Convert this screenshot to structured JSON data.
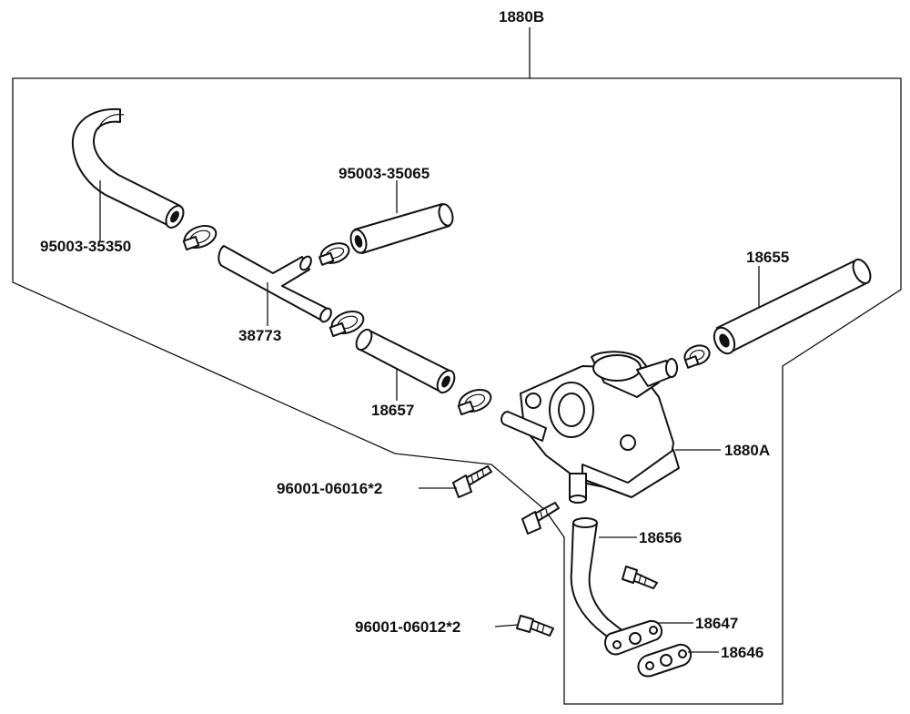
{
  "labels": {
    "assembly": "1880B",
    "fuel_cock": "1880A",
    "hose_upper_left": "95003-35350",
    "hose_upper_mid": "95003-35065",
    "joint_t": "38773",
    "hose_lower_mid": "18657",
    "hose_right": "18655",
    "bolt_upper": "96001-06016*2",
    "pipe": "18656",
    "bolt_lower": "96001-06012*2",
    "gasket_upper": "18647",
    "gasket_lower": "18646"
  },
  "colors": {
    "line": "#111111",
    "background": "#ffffff"
  }
}
